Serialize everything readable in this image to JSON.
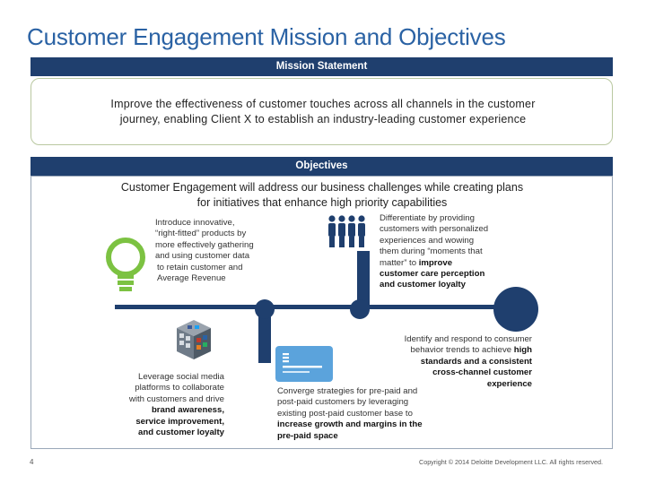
{
  "slide": {
    "title": "Customer Engagement Mission and Objectives",
    "page_number": "4",
    "copyright": "Copyright © 2014 Deloitte Development LLC. All rights reserved."
  },
  "mission": {
    "header": "Mission Statement",
    "line1": "Improve the effectiveness of customer touches across all channels in the customer",
    "line2": "journey, enabling Client X to establish an industry-leading customer experience"
  },
  "objectives": {
    "header": "Objectives",
    "intro_line1": "Customer Engagement will address our business challenges while creating plans",
    "intro_line2": "for initiatives that enhance high priority capabilities",
    "products": {
      "l1": "Introduce innovative,",
      "l2": "“right-fitted” products by",
      "l3": "more effectively gathering",
      "l4": "and using customer data",
      "l5": "to retain customer and",
      "l6": "Average Revenue"
    },
    "differentiate": {
      "l1": "Differentiate by providing",
      "l2": "customers with personalized",
      "l3": "experiences and wowing",
      "l4": "them during “moments that",
      "l5a": "matter” to ",
      "l5b": "improve",
      "l6": "customer care perception",
      "l7": "and customer loyalty"
    },
    "social": {
      "l1": "Leverage social media",
      "l2": "platforms to collaborate",
      "l3": "with customers and drive",
      "l4": "brand awareness,",
      "l5": "service improvement,",
      "l6": "and customer loyalty"
    },
    "converge": {
      "l1": "Converge strategies for pre-paid and",
      "l2": "post-paid customers by leveraging",
      "l3": "existing post-paid customer base to",
      "l4": "increase growth and margins in the",
      "l5": "pre-paid space"
    },
    "identify": {
      "l1": "Identify and respond to consumer",
      "l2a": "behavior trends to achieve ",
      "l2b": "high",
      "l3": "standards and a consistent",
      "l4": "cross-channel customer",
      "l5": "experience"
    }
  },
  "colors": {
    "navy": "#1f3f6e",
    "title_blue": "#2a62a4",
    "bulb_green": "#7cc242",
    "card_blue": "#5ba3dc"
  },
  "icons": [
    "lightbulb-icon",
    "people-icon",
    "social-cube-icon",
    "card-icon"
  ]
}
